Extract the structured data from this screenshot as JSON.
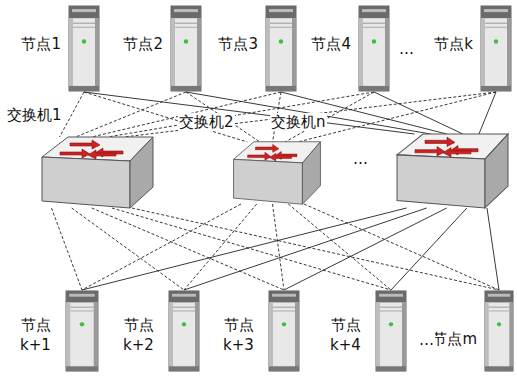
{
  "diagram": {
    "nodes": [
      {
        "text": [
          "节点1"
        ]
      },
      {
        "text": [
          "节点2"
        ]
      },
      {
        "text": [
          "节点3"
        ]
      },
      {
        "text": [
          "节点4"
        ]
      },
      {
        "text": [
          "节点k"
        ]
      },
      {
        "text": [
          "交换机1"
        ]
      },
      {
        "text": [
          "交换机2"
        ]
      },
      {
        "text": [
          "交换机n"
        ]
      },
      {
        "text": [
          "节点 k+1"
        ]
      },
      {
        "text": [
          "节点 k+2"
        ]
      },
      {
        "text": [
          "节点 k+3"
        ]
      },
      {
        "text": [
          "节点 k+4"
        ]
      },
      {
        "text": [
          "节点m"
        ]
      }
    ],
    "edges": [
      {
        "from": 0,
        "to": 5,
        "arrow": "none"
      },
      {
        "from": 0,
        "to": 6,
        "arrow": "none"
      },
      {
        "from": 0,
        "to": 7,
        "arrow": "none"
      },
      {
        "from": 1,
        "to": 5,
        "arrow": "none"
      },
      {
        "from": 1,
        "to": 6,
        "arrow": "none"
      },
      {
        "from": 1,
        "to": 7,
        "arrow": "none"
      },
      {
        "from": 2,
        "to": 5,
        "arrow": "none"
      },
      {
        "from": 2,
        "to": 6,
        "arrow": "none"
      },
      {
        "from": 2,
        "to": 7,
        "arrow": "none"
      },
      {
        "from": 3,
        "to": 5,
        "arrow": "none"
      },
      {
        "from": 3,
        "to": 6,
        "arrow": "none"
      },
      {
        "from": 3,
        "to": 7,
        "arrow": "none"
      },
      {
        "from": 4,
        "to": 5,
        "arrow": "none"
      },
      {
        "from": 4,
        "to": 6,
        "arrow": "none"
      },
      {
        "from": 4,
        "to": 7,
        "arrow": "none"
      },
      {
        "from": 5,
        "to": 8,
        "arrow": "none"
      },
      {
        "from": 5,
        "to": 9,
        "arrow": "none"
      },
      {
        "from": 5,
        "to": 10,
        "arrow": "none"
      },
      {
        "from": 5,
        "to": 11,
        "arrow": "none"
      },
      {
        "from": 5,
        "to": 12,
        "arrow": "none"
      },
      {
        "from": 6,
        "to": 8,
        "arrow": "none"
      },
      {
        "from": 6,
        "to": 9,
        "arrow": "none"
      },
      {
        "from": 6,
        "to": 10,
        "arrow": "none"
      },
      {
        "from": 6,
        "to": 11,
        "arrow": "none"
      },
      {
        "from": 6,
        "to": 12,
        "arrow": "none"
      },
      {
        "from": 7,
        "to": 8,
        "arrow": "none"
      },
      {
        "from": 7,
        "to": 9,
        "arrow": "none"
      },
      {
        "from": 7,
        "to": 10,
        "arrow": "none"
      },
      {
        "from": 7,
        "to": 11,
        "arrow": "none"
      },
      {
        "from": 7,
        "to": 12,
        "arrow": "none"
      }
    ],
    "labels": [
      "…",
      "…",
      "…"
    ]
  }
}
